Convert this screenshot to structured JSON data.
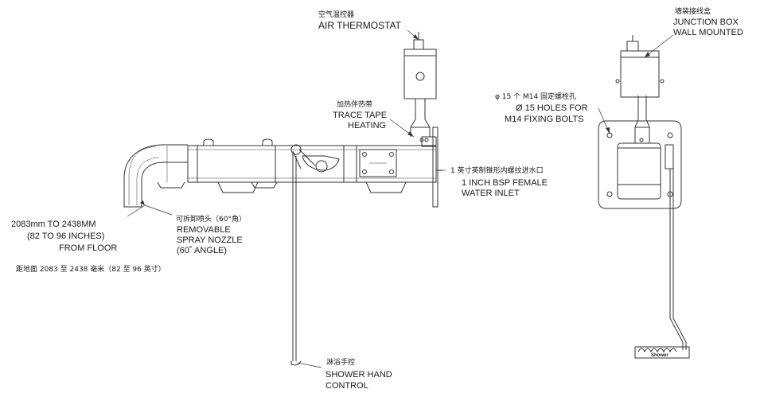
{
  "labels": {
    "thermostat_cn": "空气温控器",
    "thermostat_en": "AIR THERMOSTAT",
    "junction_cn": "墙装接线盒",
    "junction_en1": "JUNCTION BOX",
    "junction_en2": "WALL MOUNTED",
    "holes_cn": "φ 15 个 M14 固定螺栓孔",
    "holes_en1": "Ø 15 HOLES FOR",
    "holes_en2": "M14 FIXING BOLTS",
    "trace_cn": "加热伴热带",
    "trace_en1": "TRACE TAPE",
    "trace_en2": "HEATING",
    "inlet_cn": "1 英寸英制锥形内螺纹进水口",
    "inlet_en1": "1 INCH BSP FEMALE",
    "inlet_en2": "WATER INLET",
    "height_en1": "2083mm TO 2438MM",
    "height_en2": "(82 TO 96 INCHES)",
    "height_en3": "FROM FLOOR",
    "height_cn": "距地面 2083 至 2438 毫米（82 至 96 英寸）",
    "nozzle_cn": "可拆卸喷头（60°角）",
    "nozzle_en1": "REMOVABLE",
    "nozzle_en2": "SPRAY NOZZLE",
    "nozzle_en3": "(60˚ ANGLE)",
    "hand_cn": "淋浴手控",
    "hand_en1": "SHOWER HAND",
    "hand_en2": "CONTROL",
    "pedal_text": "Shower"
  }
}
